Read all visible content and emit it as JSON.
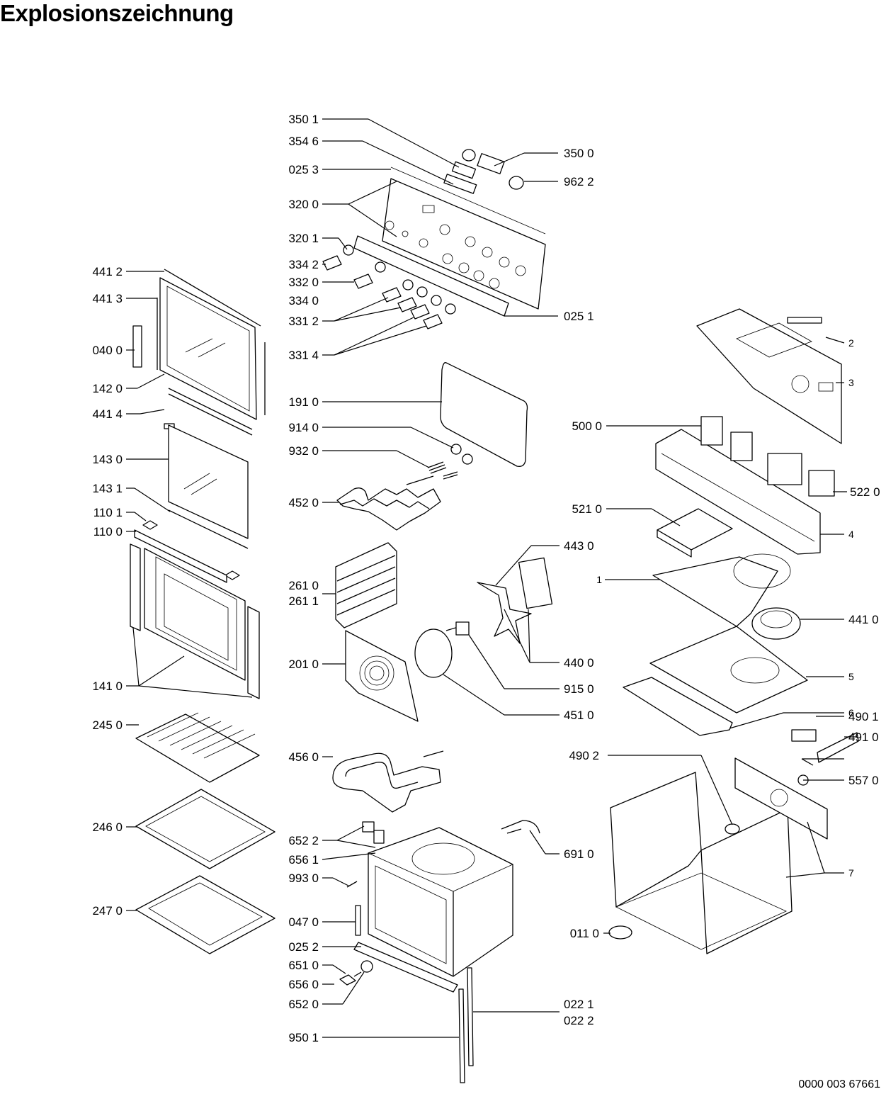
{
  "title": "Explosionszeichnung",
  "document_number": "0000 003 67661",
  "part_labels": [
    "350 1",
    "354 6",
    "025 3",
    "320 0",
    "320 1",
    "334 2",
    "332 0",
    "334 0",
    "331 2",
    "331 4",
    "350 0",
    "962 2",
    "025 1",
    "441 2",
    "441 3",
    "040 0",
    "142 0",
    "441 4",
    "143 0",
    "143 1",
    "110 1",
    "110 0",
    "141 0",
    "191 0",
    "914 0",
    "932 0",
    "452 0",
    "261 0",
    "261 1",
    "201 0",
    "456 0",
    "443 0",
    "440 0",
    "915 0",
    "451 0",
    "2",
    "3",
    "500 0",
    "522 0",
    "521 0",
    "4",
    "1",
    "441 0",
    "5",
    "6",
    "490 1",
    "491 0",
    "490 2",
    "557 0",
    "7",
    "691 0",
    "011 0",
    "245 0",
    "246 0",
    "247 0",
    "652 2",
    "656 1",
    "993 0",
    "047 0",
    "025 2",
    "651 0",
    "656 0",
    "652 0",
    "950 1",
    "022 1",
    "022 2"
  ]
}
